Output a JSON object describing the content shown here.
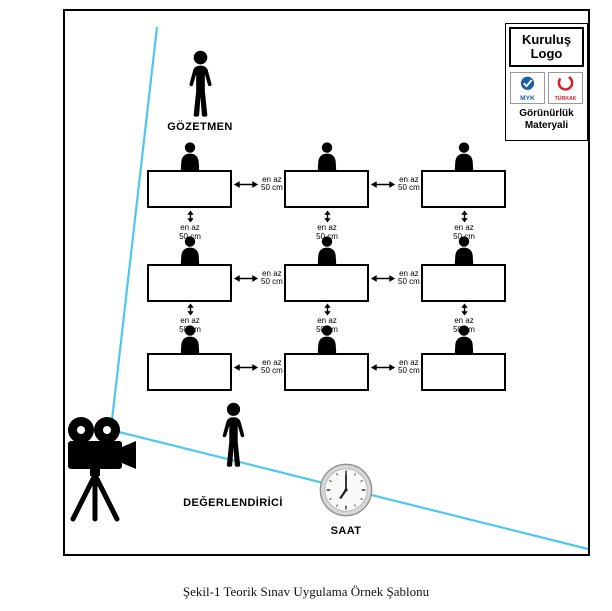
{
  "caption": "Şekil-1 Teorik Sınav Uygulama Örnek Şablonu",
  "supervisor": {
    "label": "GÖZETMEN"
  },
  "evaluator": {
    "label": "DEĞERLENDİRİCİ"
  },
  "clock": {
    "label": "SAAT"
  },
  "logo_panel": {
    "title": "Kuruluş\nLogo",
    "myk": "MYK",
    "turkak": "TÜRKAK",
    "visibility": "Görünürlük\nMateryali"
  },
  "spacing_label": "en az\n50 cm",
  "colors": {
    "sightline": "#4ec7ee",
    "myk_blue": "#1c5fa8",
    "turkak_red": "#d2232a"
  }
}
